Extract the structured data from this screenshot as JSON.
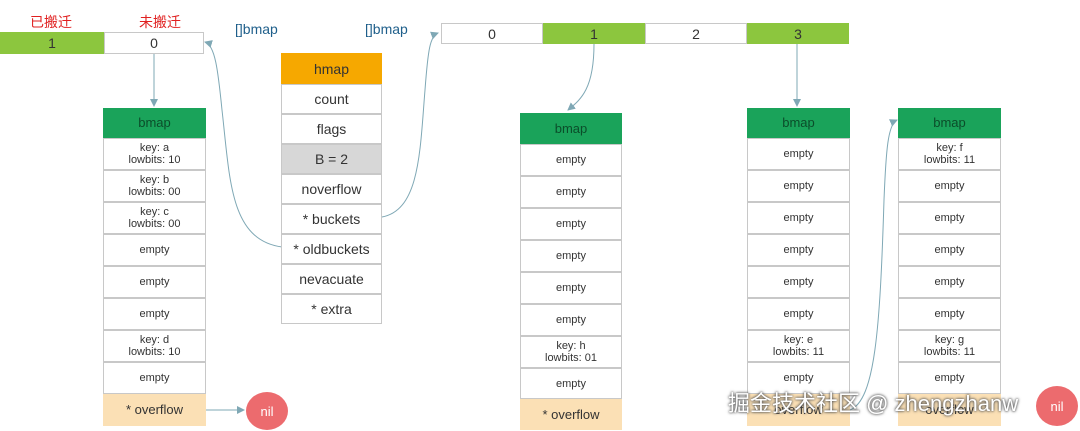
{
  "labels": {
    "migrated": "已搬迁",
    "not_migrated": "未搬迁",
    "old_bmap_array": "[]bmap",
    "new_bmap_array": "[]bmap"
  },
  "old_index": [
    "1",
    "0"
  ],
  "new_index": [
    "0",
    "1",
    "2",
    "3"
  ],
  "hmap": [
    "hmap",
    "count",
    "flags",
    "B = 2",
    "noverflow",
    "* buckets",
    "* oldbuckets",
    "nevacuate",
    "* extra"
  ],
  "bucket_a": {
    "header": "bmap",
    "cells": [
      "key: a\nlowbits: 10",
      "key: b\nlowbits: 00",
      "key: c\nlowbits: 00",
      "empty",
      "empty",
      "empty",
      "key: d\nlowbits: 10",
      "empty"
    ],
    "footer": "* overflow"
  },
  "nil_1": "nil",
  "bucket_b": {
    "header": "bmap",
    "cells": [
      "empty",
      "empty",
      "empty",
      "empty",
      "empty",
      "empty",
      "key: h\nlowbits: 01",
      "empty"
    ],
    "footer": "* overflow"
  },
  "bucket_c": {
    "header": "bmap",
    "cells": [
      "empty",
      "empty",
      "empty",
      "empty",
      "empty",
      "empty",
      "key: e\nlowbits: 11",
      "empty"
    ],
    "footer": "overflow"
  },
  "bucket_d": {
    "header": "bmap",
    "cells": [
      "key: f\nlowbits: 11",
      "empty",
      "empty",
      "empty",
      "empty",
      "empty",
      "key: g\nlowbits: 11",
      "empty"
    ],
    "footer": "overflow"
  },
  "nil_2": "nil",
  "watermark": "掘金技术社区 @ zhengzhanw"
}
